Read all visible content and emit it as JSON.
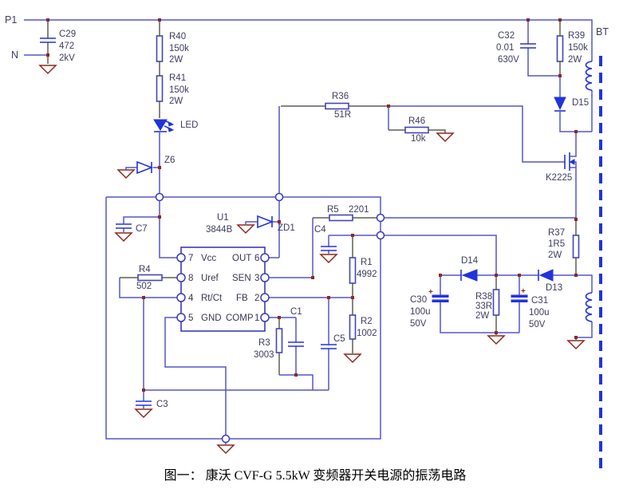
{
  "caption": "图一： 康沃 CVF-G 5.5kW 变频器开关电源的振荡电路",
  "colors": {
    "wire": "#5555cc",
    "symbol": "#2233dd",
    "lead": "#5f5f57",
    "ground": "#8b2a1e",
    "label": "#3d3d5e",
    "background": "#ffffff"
  },
  "terminals": {
    "p1": "P1",
    "n": "N",
    "bt": "BT"
  },
  "chip": {
    "ref": "U1",
    "part": "3844B",
    "left": [
      {
        "n": "7",
        "t": "Vcc"
      },
      {
        "n": "8",
        "t": "Uref"
      },
      {
        "n": "4",
        "t": "Rt/Ct"
      },
      {
        "n": "5",
        "t": "GND"
      }
    ],
    "right": [
      {
        "t": "OUT",
        "n": "6"
      },
      {
        "t": "SEN",
        "n": "3"
      },
      {
        "t": "FB",
        "n": "2"
      },
      {
        "t": "COMP",
        "n": "1"
      }
    ]
  },
  "labels": {
    "c29": {
      "r": "C29",
      "a": "472",
      "b": "2kV"
    },
    "r40": {
      "r": "R40",
      "a": "150k",
      "b": "2W"
    },
    "r41": {
      "r": "R41",
      "a": "150k",
      "b": "2W"
    },
    "led": "LED",
    "z6": "Z6",
    "zd1": "ZD1",
    "r36": {
      "r": "R36",
      "a": "51R"
    },
    "r46": {
      "r": "R46",
      "a": "10k"
    },
    "c32": {
      "r": "C32",
      "a": "0.01",
      "b": "630V"
    },
    "r39": {
      "r": "R39",
      "a": "150k",
      "b": "2W"
    },
    "d15": "D15",
    "k2225": "K2225",
    "r5": {
      "r": "R5",
      "a": "2201"
    },
    "c4": "C4",
    "r1": {
      "r": "R1",
      "a": "4992"
    },
    "r2": {
      "r": "R2",
      "a": "1002"
    },
    "c1": "C1",
    "c5": "C5",
    "r3": {
      "r": "R3",
      "a": "3003"
    },
    "c7": "C7",
    "r4": {
      "r": "R4",
      "a": "502"
    },
    "c3": "C3",
    "c30": {
      "r": "C30",
      "a": "100u",
      "b": "50V"
    },
    "r38": {
      "r": "R38",
      "a": "33R",
      "b": "2W"
    },
    "c31": {
      "r": "C31",
      "a": "100u",
      "b": "50V"
    },
    "d14": "D14",
    "d13": "D13",
    "r37": {
      "r": "R37",
      "a": "1R5",
      "b": "2W"
    },
    "plus": "+"
  }
}
